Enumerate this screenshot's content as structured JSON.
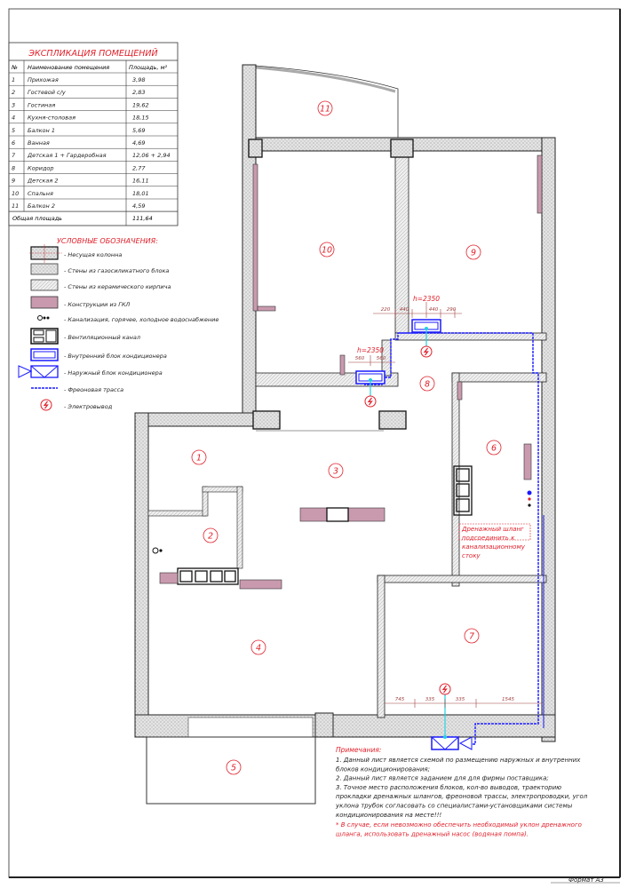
{
  "explication": {
    "title": "ЭКСПЛИКАЦИЯ ПОМЕЩЕНИЙ",
    "headers": [
      "№",
      "Наименование помещения",
      "Площадь, м²"
    ],
    "rows": [
      [
        "1",
        "Прихожая",
        "3,98"
      ],
      [
        "2",
        "Гостевой с/у",
        "2,83"
      ],
      [
        "3",
        "Гостиная",
        "19,62"
      ],
      [
        "4",
        "Кухня-столовая",
        "18,15"
      ],
      [
        "5",
        "Балкон 1",
        "5,69"
      ],
      [
        "6",
        "Ванная",
        "4,69"
      ],
      [
        "7",
        "Детская 1 + Гардеробная",
        "12,06 + 2,94"
      ],
      [
        "8",
        "Коридор",
        "2,77"
      ],
      [
        "9",
        "Детская 2",
        "16,11"
      ],
      [
        "10",
        "Спальня",
        "18,01"
      ],
      [
        "11",
        "Балкон 2",
        "4,59"
      ]
    ],
    "total_label": "Общая площадь",
    "total_value": "111,64"
  },
  "legend": {
    "title": "УСЛОВНЫЕ ОБОЗНАЧЕНИЯ:",
    "items": [
      "- Несущая колонна",
      "- Стены из газосиликатного блока",
      "- Стены из керамического кирпича",
      "- Конструкции из ГКЛ",
      "- Канализация, горячее, холодное водоснабжение",
      "- Вентиляционный канал",
      "- Внутренний блок кондиционера",
      "- Наружный блок кондиционера",
      "- Фреоновая трасса",
      "- Электровывод"
    ]
  },
  "plan": {
    "room_numbers": [
      "1",
      "2",
      "3",
      "4",
      "5",
      "6",
      "7",
      "8",
      "9",
      "10",
      "11"
    ],
    "height_labels": [
      "h=2350",
      "h=2350"
    ],
    "dims_top": [
      "220",
      "440",
      "440",
      "290"
    ],
    "dims_left": [
      "560",
      "560"
    ],
    "dims_bottom": [
      "745",
      "335",
      "335",
      "1545"
    ],
    "drain_note": [
      "Дренажный шланг",
      "подсоединить к",
      "канализационному",
      "стоку"
    ]
  },
  "notes": {
    "title": "Примечания:",
    "lines": [
      "1. Данный лист является схемой по размещению наружных и внутренних",
      "блоков кондиционирования;",
      "2. Данный лист является заданием для для фирмы поставщика;",
      "3. Точное место расположения блоков, кол-во выводов, траекторию",
      "прокладки дренажных шлангов, фреоновой трассы, электропроводки, угол",
      "уклона трубок согласовать со специалистами-установщиками системы",
      "кондиционирования на месте!!!"
    ],
    "warning": [
      "* В случае, если  невозможно обеспечить необходимый уклон дренажного",
      "шланга, использовать дренажный насос (водяная помпа)."
    ]
  },
  "format_label": "Формат А3",
  "colors": {
    "red": "#e0202a",
    "blue": "#1a1aff",
    "cyan": "#20d0e0",
    "gkl": "#c99aae",
    "wall": "#d8d8d8"
  }
}
